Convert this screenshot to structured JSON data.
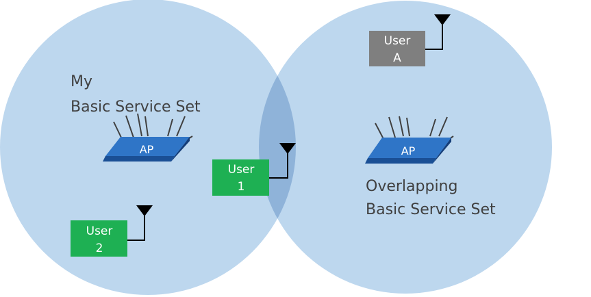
{
  "colors": {
    "circle_fill": "#bdd7ee",
    "overlap_fill": "#8fb3d9",
    "ap_top": "#2f75c7",
    "ap_front": "#1a4f95",
    "user_green": "#1eb053",
    "user_gray": "#7f7f7f",
    "text_dark": "#404040",
    "text_white": "#ffffff"
  },
  "left_bss": {
    "label_line1": "My",
    "label_line2": "Basic Service Set",
    "ap_label": "AP"
  },
  "right_bss": {
    "label_line1": "Overlapping",
    "label_line2": "Basic Service Set",
    "ap_label": "AP"
  },
  "users": {
    "user_1": {
      "line1": "User",
      "line2": "1"
    },
    "user_2": {
      "line1": "User",
      "line2": "2"
    },
    "user_a": {
      "line1": "User",
      "line2": "A"
    }
  }
}
